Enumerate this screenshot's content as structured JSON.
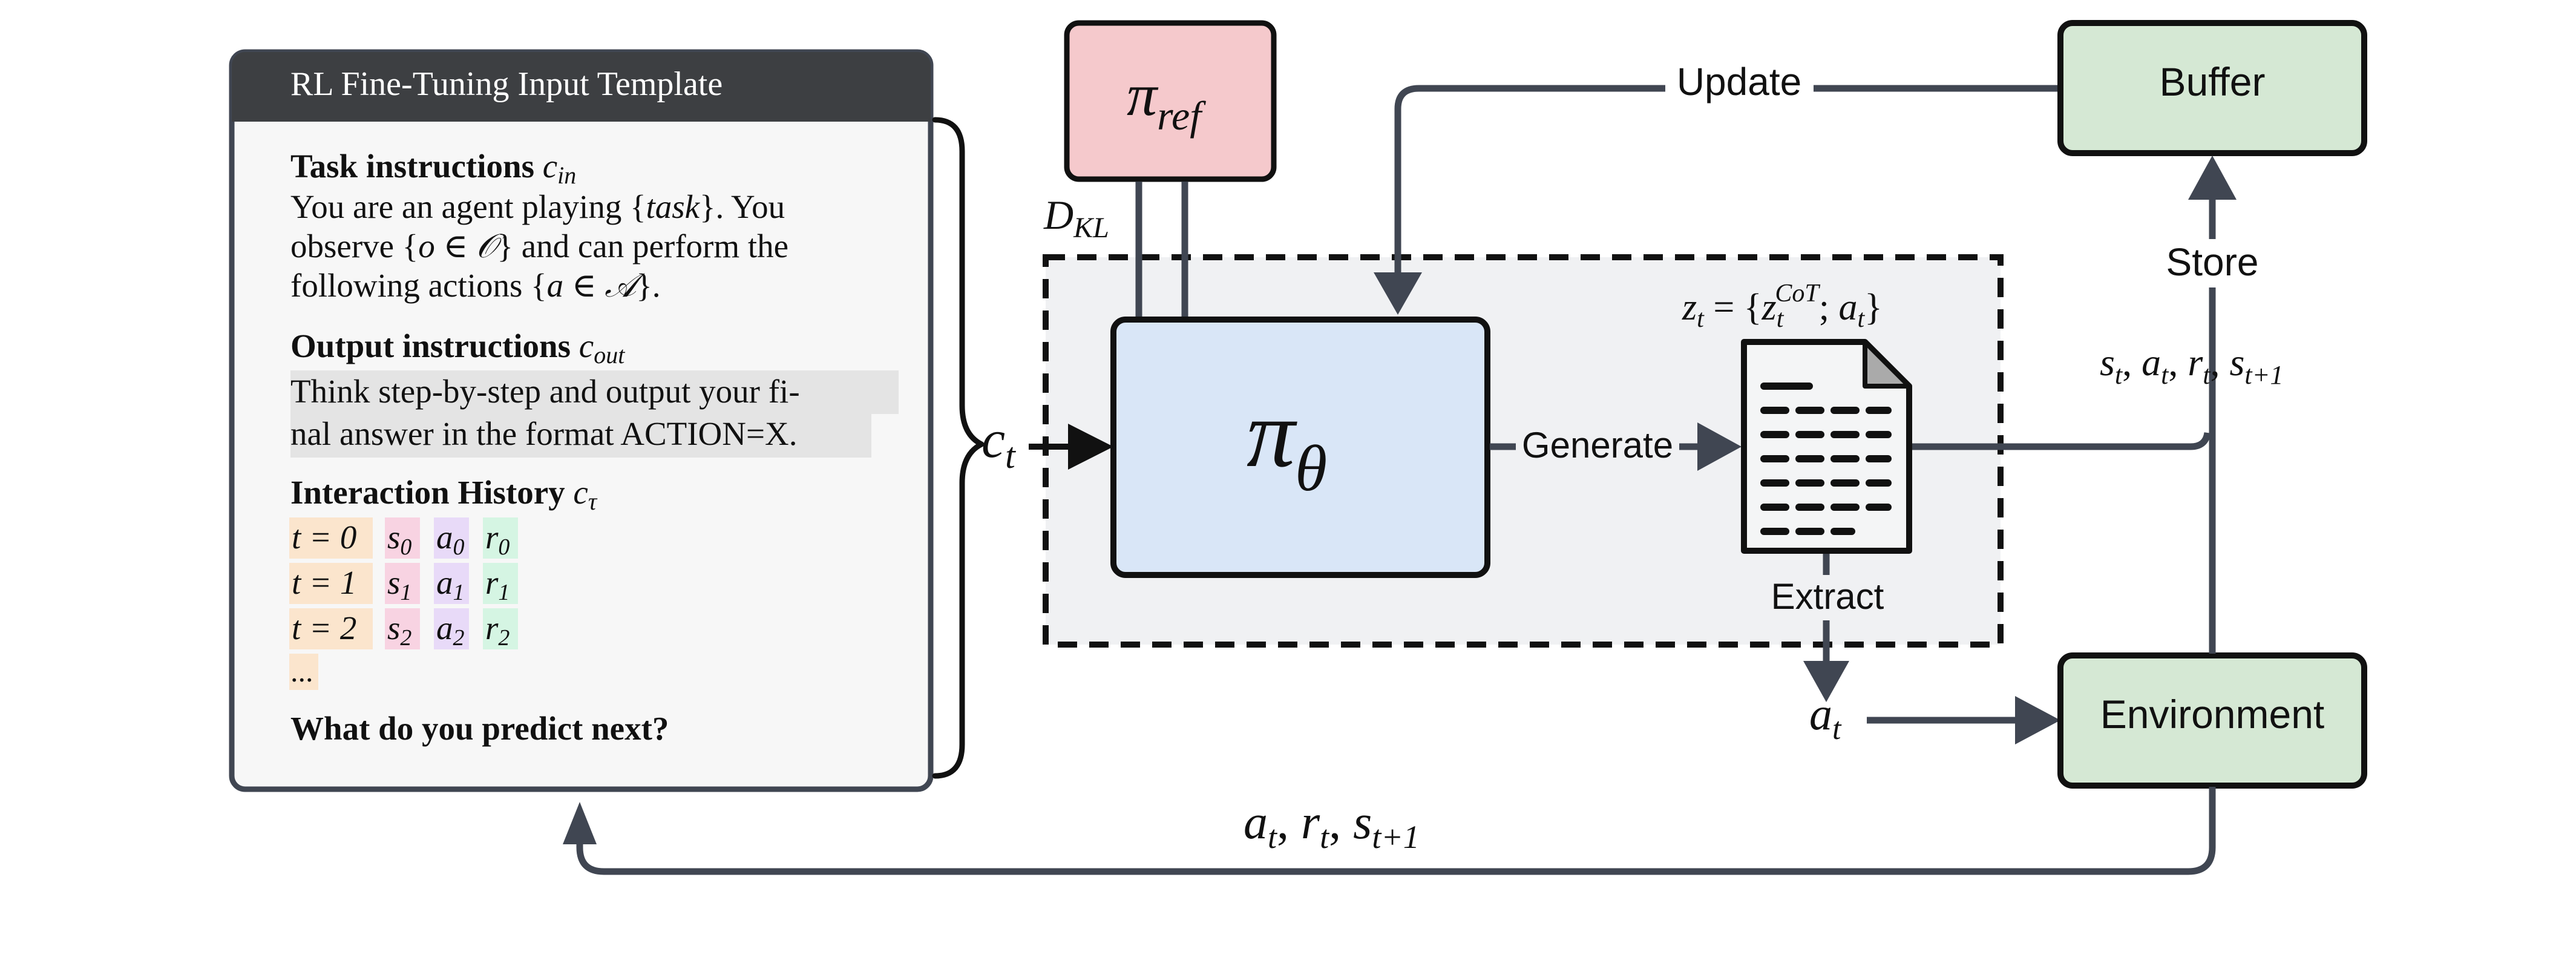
{
  "template": {
    "header": "RL Fine-Tuning Input Template",
    "task_title": "Task instructions",
    "task_symbol_base": "c",
    "task_symbol_sub": "in",
    "task_line1_pre": "You are an agent playing {",
    "task_line1_ital": "task",
    "task_line1_post": "}. You",
    "task_line2_pre": "observe {",
    "task_line2_math": "o ∈ 𝒪",
    "task_line2_post": "} and can perform the",
    "task_line3_pre": "following actions {",
    "task_line3_math": "a ∈ 𝒜",
    "task_line3_post": "}.",
    "output_title": "Output instructions",
    "output_symbol_base": "c",
    "output_symbol_sub": "out",
    "output_line1": "Think step-by-step and output your fi-",
    "output_line2": "nal answer in the format ACTION=X.",
    "history_title": "Interaction History",
    "history_symbol_base": "c",
    "history_symbol_sub": "τ",
    "history_rows": [
      {
        "t": "t = 0",
        "s": "s",
        "a": "a",
        "r": "r",
        "idx": "0"
      },
      {
        "t": "t = 1",
        "s": "s",
        "a": "a",
        "r": "r",
        "idx": "1"
      },
      {
        "t": "t = 2",
        "s": "s",
        "a": "a",
        "r": "r",
        "idx": "2"
      }
    ],
    "history_ellipsis": "...",
    "question": "What do you predict next?"
  },
  "diagram": {
    "context_base": "c",
    "context_sub": "t",
    "pi_ref_base": "π",
    "pi_ref_sub": "ref",
    "dkl_base": "D",
    "dkl_sub": "KL",
    "policy_base": "π",
    "policy_sub": "θ",
    "generate_label": "Generate",
    "extract_label": "Extract",
    "update_label": "Update",
    "store_label": "Store",
    "buffer_label": "Buffer",
    "environment_label": "Environment",
    "z_formula": {
      "z": "z",
      "zsub": "t",
      "eq": " = {",
      "cot_base": "z",
      "cot_sub": "t",
      "cot_sup": "CoT",
      "sep": "; ",
      "a": "a",
      "asub": "t",
      "close": "}"
    },
    "transition_label": {
      "s": "s",
      "ssub": "t",
      "a": "a",
      "asub": "t",
      "r": "r",
      "rsub": "t",
      "s2": "s",
      "s2sub": "t+1"
    },
    "action_base": "a",
    "action_sub": "t",
    "feedback_label": {
      "a": "a",
      "asub": "t",
      "r": "r",
      "rsub": "t",
      "s": "s",
      "ssub": "t+1"
    }
  },
  "colors": {
    "stroke": "#404652",
    "template_header_bg": "#3d3f42",
    "template_bg": "#f7f7f7",
    "pi_ref_fill": "#f5c9cc",
    "policy_fill": "#d9e6f7",
    "dashed_region_fill": "#f0f1f3",
    "buffer_env_fill": "#d5e8d4",
    "highlight_gray": "#e4e4e4",
    "t_orange": "#fbe5cd",
    "s_pink": "#f8d3e2",
    "a_purple": "#e8daf8",
    "r_green": "#d5f5e3"
  }
}
